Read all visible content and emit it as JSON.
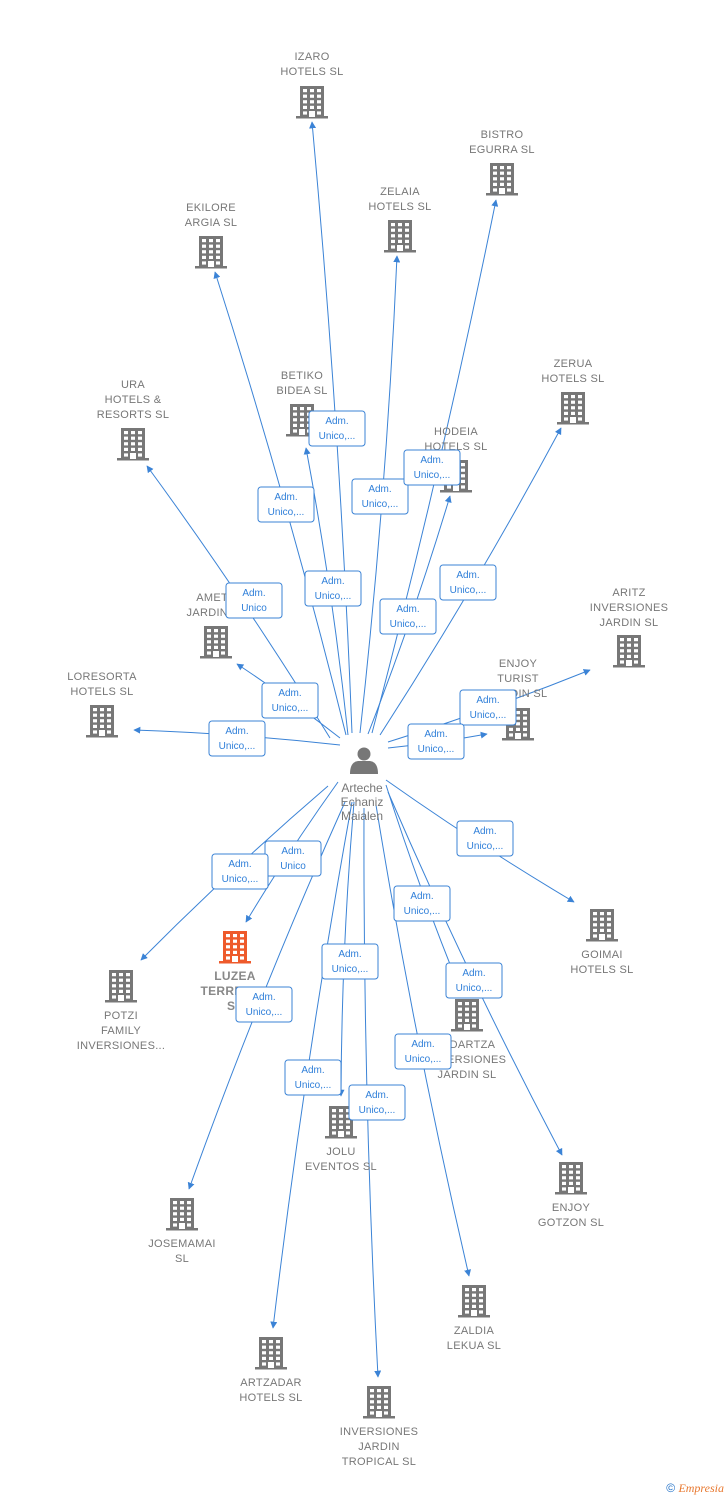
{
  "center": {
    "label_lines": [
      "Arteche",
      "Echaniz",
      "Maialen"
    ]
  },
  "colors": {
    "edge": "#3b83d6",
    "building": "#777777",
    "building_highlight": "#ee5a2b"
  },
  "nodes": [
    {
      "id": "izaro",
      "lines": [
        "IZARO",
        "HOTELS  SL"
      ]
    },
    {
      "id": "bistro",
      "lines": [
        "BISTRO",
        "EGURRA  SL"
      ]
    },
    {
      "id": "zelaia",
      "lines": [
        "ZELAIA",
        "HOTELS  SL"
      ]
    },
    {
      "id": "ekilore",
      "lines": [
        "EKILORE",
        "ARGIA  SL"
      ]
    },
    {
      "id": "zerua",
      "lines": [
        "ZERUA",
        "HOTELS  SL"
      ]
    },
    {
      "id": "ura",
      "lines": [
        "URA",
        "HOTELS &",
        "RESORTS  SL"
      ]
    },
    {
      "id": "betiko",
      "lines": [
        "BETIKO",
        "BIDEA  SL"
      ]
    },
    {
      "id": "hodeia",
      "lines": [
        "HODEIA",
        "HOTELS  SL"
      ]
    },
    {
      "id": "amets",
      "lines": [
        "AMETS",
        "JARDIN SL"
      ]
    },
    {
      "id": "aritz",
      "lines": [
        "ARITZ",
        "INVERSIONES",
        "JARDIN  SL"
      ]
    },
    {
      "id": "enjoyturist",
      "lines": [
        "ENJOY",
        "TURIST",
        "JARDIN  SL"
      ]
    },
    {
      "id": "loresorta",
      "lines": [
        "LORESORTA",
        "HOTELS  SL"
      ]
    },
    {
      "id": "goimai",
      "lines": [
        "GOIMAI",
        "HOTELS  SL"
      ]
    },
    {
      "id": "luzea",
      "lines": [
        "LUZEA",
        "TERRENOS",
        "SL"
      ],
      "highlight": true
    },
    {
      "id": "potzi",
      "lines": [
        "POTZI",
        "FAMILY",
        "INVERSIONES..."
      ]
    },
    {
      "id": "bidartza",
      "lines": [
        "BIDARTZA",
        "INVERSIONES",
        "JARDIN  SL"
      ]
    },
    {
      "id": "jolu",
      "lines": [
        "JOLU",
        "EVENTOS  SL"
      ]
    },
    {
      "id": "enjoygotzon",
      "lines": [
        "ENJOY",
        "GOTZON  SL"
      ]
    },
    {
      "id": "josemamai",
      "lines": [
        "JOSEMAMAI",
        "SL"
      ]
    },
    {
      "id": "zaldia",
      "lines": [
        "ZALDIA",
        "LEKUA  SL"
      ]
    },
    {
      "id": "artzadar",
      "lines": [
        "ARTZADAR",
        "HOTELS  SL"
      ]
    },
    {
      "id": "inversionesjardin",
      "lines": [
        "INVERSIONES",
        "JARDIN",
        "TROPICAL SL"
      ]
    }
  ],
  "relations": [
    {
      "lines": [
        "Adm.",
        "Unico,..."
      ]
    },
    {
      "lines": [
        "Adm.",
        "Unico,..."
      ]
    },
    {
      "lines": [
        "Adm.",
        "Unico,..."
      ]
    },
    {
      "lines": [
        "Adm.",
        "Unico,..."
      ]
    },
    {
      "lines": [
        "Adm.",
        "Unico,..."
      ]
    },
    {
      "lines": [
        "Adm.",
        "Unico"
      ]
    },
    {
      "lines": [
        "Adm.",
        "Unico,..."
      ]
    },
    {
      "lines": [
        "Adm.",
        "Unico,..."
      ]
    },
    {
      "lines": [
        "Adm.",
        "Unico,..."
      ]
    },
    {
      "lines": [
        "Adm.",
        "Unico,..."
      ]
    },
    {
      "lines": [
        "Adm.",
        "Unico,..."
      ]
    },
    {
      "lines": [
        "Adm.",
        "Unico,..."
      ]
    },
    {
      "lines": [
        "Adm.",
        "Unico,..."
      ]
    },
    {
      "lines": [
        "Adm.",
        "Unico"
      ]
    },
    {
      "lines": [
        "Adm.",
        "Unico,..."
      ]
    },
    {
      "lines": [
        "Adm.",
        "Unico,..."
      ]
    },
    {
      "lines": [
        "Adm.",
        "Unico,..."
      ]
    },
    {
      "lines": [
        "Adm.",
        "Unico,..."
      ]
    },
    {
      "lines": [
        "Adm.",
        "Unico,..."
      ]
    },
    {
      "lines": [
        "Adm.",
        "Unico,..."
      ]
    },
    {
      "lines": [
        "Adm.",
        "Unico,..."
      ]
    },
    {
      "lines": [
        "Adm.",
        "Unico,..."
      ]
    },
    {
      "lines": [
        "Adm.",
        "Unico,..."
      ]
    },
    {
      "lines": [
        "Adm.",
        "Unico"
      ]
    }
  ],
  "footer": {
    "copyright": "©",
    "brand": "Empresia"
  }
}
